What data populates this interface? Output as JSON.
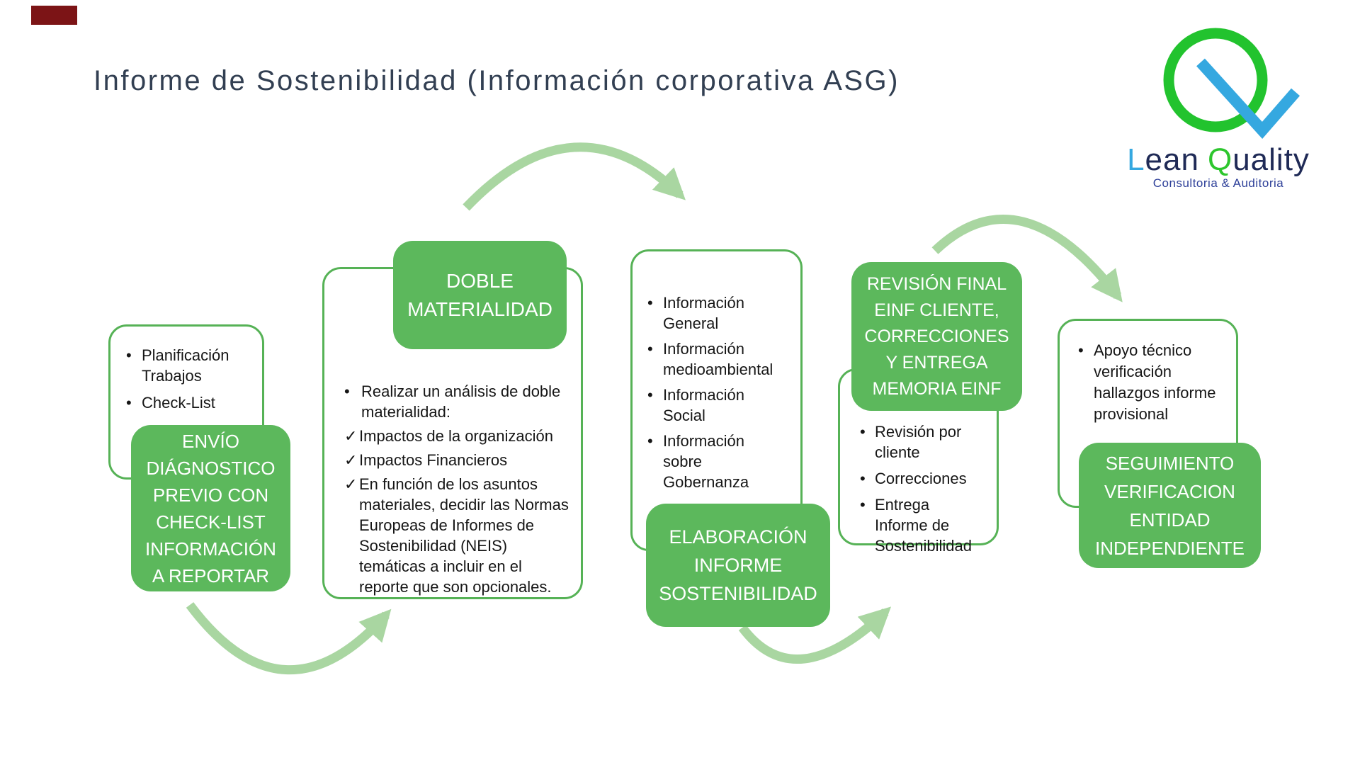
{
  "title": "Informe de Sostenibilidad (Información corporativa ASG)",
  "logo": {
    "l": "L",
    "ean": "ean",
    "q": "Q",
    "uality": "uality",
    "tagline": "Consultoria & Auditoria"
  },
  "markers": {
    "bullet": "•",
    "check": "✓"
  },
  "stages": [
    {
      "bullets": [
        "Planificación Trabajos",
        "Check-List"
      ],
      "action": "ENVÍO DIÁGNOSTICO PREVIO CON CHECK-LIST INFORMACIÓN A REPORTAR"
    },
    {
      "heading": "DOBLE MATERIALIDAD",
      "intro": "Realizar un análisis de doble materialidad:",
      "checks": [
        "Impactos de la organización",
        "Impactos Financieros",
        "En función de los asuntos materiales, decidir las Normas Europeas de Informes de Sostenibilidad (NEIS) temáticas a incluir en el reporte que son opcionales."
      ]
    },
    {
      "bullets": [
        "Información General",
        "Información medioambiental",
        "Información Social",
        "Información sobre Gobernanza"
      ],
      "action": "ELABORACIÓN INFORME SOSTENIBILIDAD"
    },
    {
      "heading": "REVISIÓN FINAL EINF CLIENTE, CORRECCIONES Y  ENTREGA MEMORIA EINF",
      "bullets": [
        "Revisión por cliente",
        "Correcciones",
        "Entrega Informe de Sostenibilidad"
      ]
    },
    {
      "bullets": [
        "Apoyo técnico verificación hallazgos informe provisional"
      ],
      "action": "SEGUIMIENTO VERIFICACION ENTIDAD INDEPENDIENTE"
    }
  ],
  "colors": {
    "green_box": "#5cb85c",
    "box_border": "#56b256",
    "arrow_green": "#a9d6a1",
    "title_text": "#323f52",
    "logo_green": "#22c32e",
    "logo_blue": "#35a8e0",
    "logo_navy": "#1f2a56",
    "tagline_blue": "#2e4099",
    "red_mark": "#7c1416"
  }
}
